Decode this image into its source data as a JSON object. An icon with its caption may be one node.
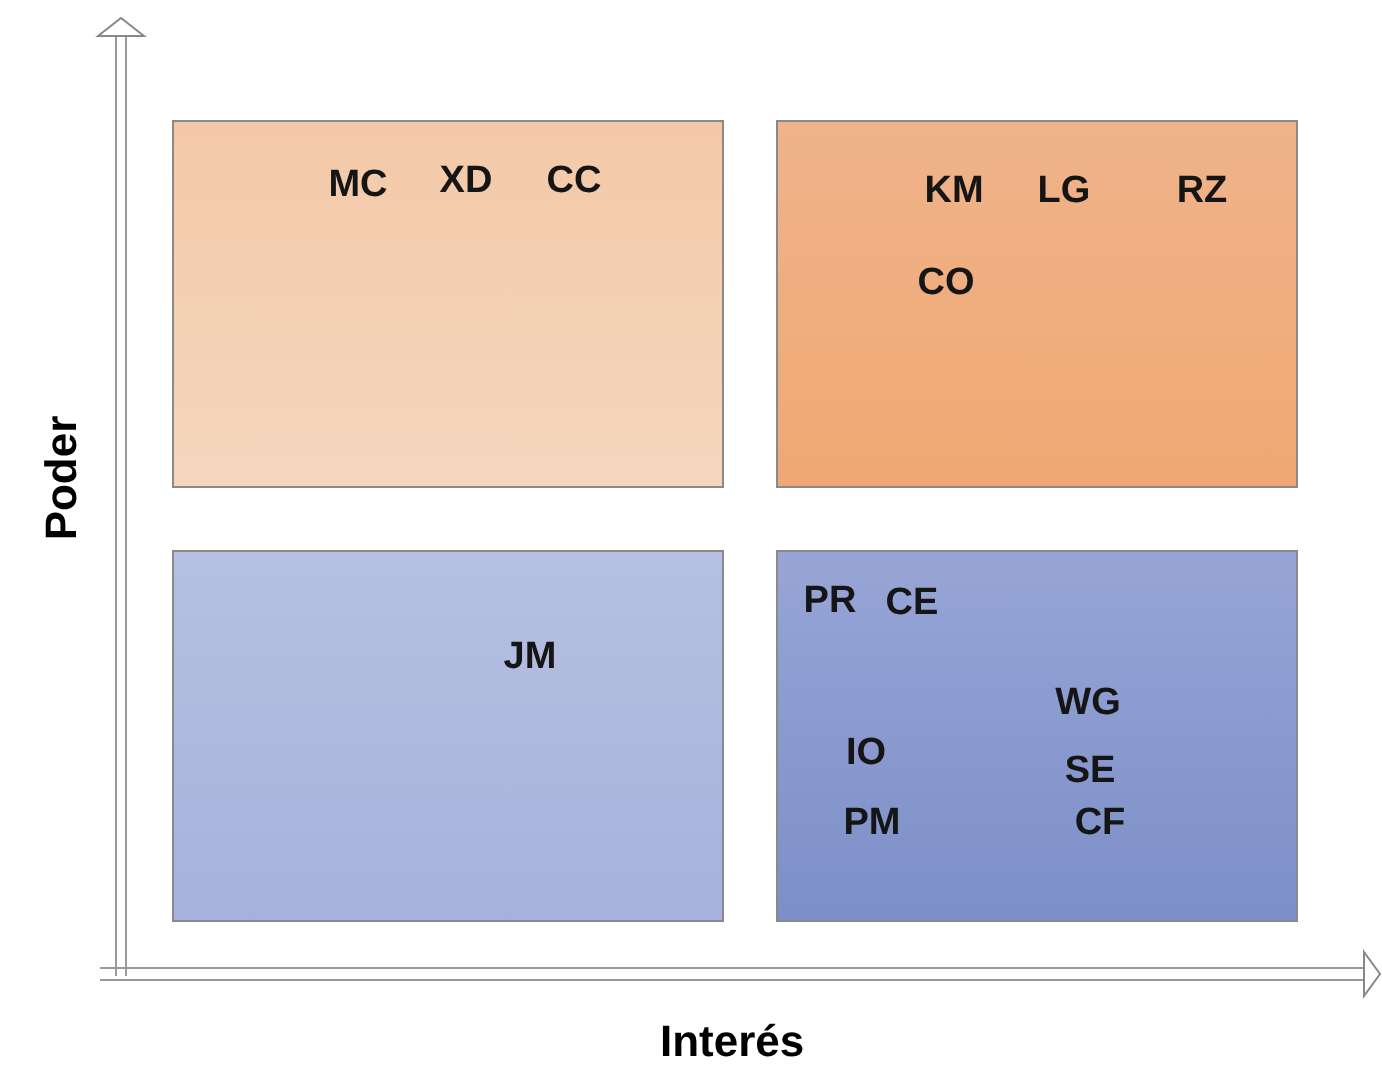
{
  "diagram": {
    "nodes": [
      {
        "text": [
          "MC",
          "XD",
          "CC"
        ]
      },
      {
        "text": [
          "KM",
          "LG",
          "RZ",
          "CO"
        ]
      },
      {
        "text": [
          "JM"
        ]
      },
      {
        "text": [
          "PR",
          "CE",
          "WG",
          "IO",
          "SE",
          "PM",
          "CF"
        ]
      }
    ],
    "labels": [
      "Poder",
      "Interés"
    ]
  }
}
